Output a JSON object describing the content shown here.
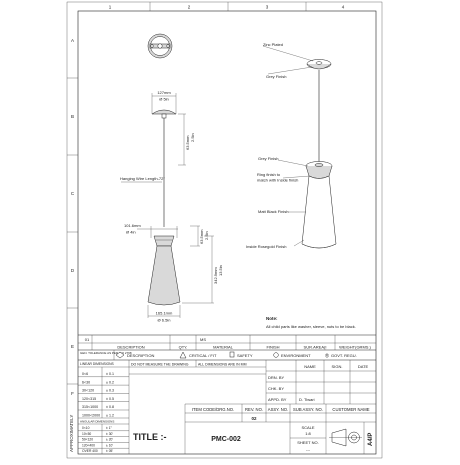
{
  "border": {
    "columns": [
      "1",
      "2",
      "3",
      "4"
    ],
    "rows": [
      "A",
      "B",
      "C",
      "D",
      "E",
      "F"
    ],
    "side_note": "APPROXIMATELY"
  },
  "front_view": {
    "canopy_dim_mm": "127mm",
    "canopy_dim_in": "Ø 5in",
    "canopy_h_mm": "63.5mm",
    "canopy_h_in": "2.5in",
    "wire_label": "Hanging Wire Length-72\"",
    "neck_dim_mm": "101.6mm",
    "neck_dim_in": "Ø 4in",
    "neck_h_mm": "63.5mm",
    "neck_h_in": "2.5in",
    "body_h_mm": "342.9mm",
    "body_h_in": "13.5in",
    "base_dim_mm": "165.1mm",
    "base_dim_in": "Ø 6.5in"
  },
  "iso_labels": {
    "zinc": "Zinc Plated",
    "grey": "Grey Finish",
    "grey2": "Grey Finish",
    "ring_line1": "Ring finish to",
    "ring_line2": "match with Inside finish",
    "matt": "Matt Black Finish",
    "rosegold": "Inside Rosegold Finish"
  },
  "note": {
    "heading": "Note:",
    "text": "All child parts like washer, sleeve, nuts to be black."
  },
  "bom": {
    "header": [
      "DESCRIPTION",
      "QTY.",
      "MATERIAL",
      "FINISH",
      "SUR.AREA(I",
      "WEIGHT(GRMS.)"
    ],
    "row_a": "01",
    "row_b": "MS"
  },
  "symbols": {
    "tolerance": "GEN. TOLERANCE AS PER ISO 2768",
    "description": "DESCRIPTION",
    "critical": "CRITICAL / FIT",
    "safety": "SAFETY",
    "environment": "ENVIRONMENT",
    "govt": "GOVT. REGU."
  },
  "tolerance": {
    "linear_title": "LINEAR DIMENSIONS",
    "linear": [
      {
        "range": "0<6",
        "tol": "± 0.1"
      },
      {
        "range": "6<30",
        "tol": "± 0.2"
      },
      {
        "range": "30<120",
        "tol": "± 0.3"
      },
      {
        "range": "120<315",
        "tol": "± 0.5"
      },
      {
        "range": "315<1000",
        "tol": "± 0.8"
      },
      {
        "range": "1000<2000",
        "tol": "± 1.2"
      }
    ],
    "angular_title": "ANGULAR DIMENSIONS",
    "angular": [
      {
        "range": "0<10",
        "tol": "± 1°"
      },
      {
        "range": "10<50",
        "tol": "± 30'"
      },
      {
        "range": "50<120",
        "tol": "± 20'"
      },
      {
        "range": "120<400",
        "tol": "± 10'"
      },
      {
        "range": "OVER 400",
        "tol": "± 05'"
      }
    ]
  },
  "notes_bar": {
    "no_measure": "DO NOT MEASURE THE DRAWING",
    "all_mm": "ALL DIMENSIONS ARE IN MM"
  },
  "approval": {
    "name": "NAME",
    "sign": "SIGN.",
    "date": "DATE",
    "drn": "DRN. BY",
    "chk": "CHK. BY",
    "appd": "APPD. BY",
    "appd_name": "D. Tiwari"
  },
  "item_row": {
    "item": "ITEM CODE/DRG.NO.",
    "rev": "REV. NO.",
    "assy": "ASSY. NO.",
    "subassy": "SUB ASSY. NO.",
    "customer": "CUSTOMER NAME",
    "rev_value": "02"
  },
  "title_block": {
    "title_label": "TITLE :-",
    "drawing_no": "PMC-002",
    "scale_label": "SCALE",
    "scale_value": "1:8",
    "sheet_label": "SHEET NO.",
    "sheet_value": "---",
    "size": "A4/P"
  }
}
